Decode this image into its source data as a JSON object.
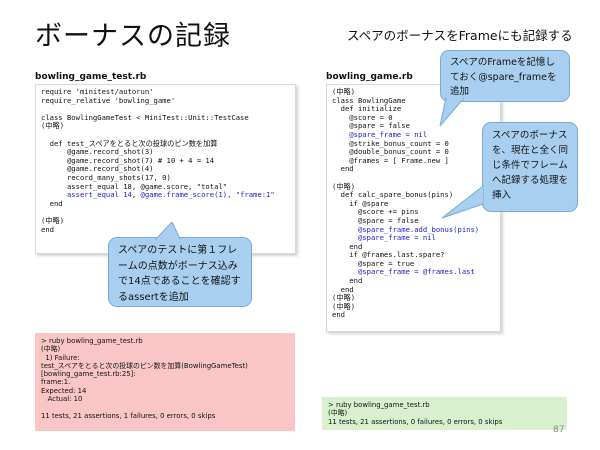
{
  "slide": {
    "title": "ボーナスの記録",
    "subtitle": "スペアのボーナスをFrameにも記録する",
    "page_number": "87"
  },
  "left": {
    "file_label": "bowling_game_test.rb",
    "code_lines": [
      {
        "text": "require 'minitest/autorun'",
        "hl": false
      },
      {
        "text": "require_relative 'bowling_game'",
        "hl": false
      },
      {
        "text": "",
        "hl": false
      },
      {
        "text": "class BowlingGameTest < MiniTest::Unit::TestCase",
        "hl": false
      },
      {
        "text": "(中略)",
        "hl": false
      },
      {
        "text": "",
        "hl": false
      },
      {
        "text": "  def test_スペアをとると次の投球のピン数を加算",
        "hl": false
      },
      {
        "text": "      @game.record_shot(3)",
        "hl": false
      },
      {
        "text": "      @game.record_shot(7) # 10 + 4 = 14",
        "hl": false
      },
      {
        "text": "      @game.record_shot(4)",
        "hl": false
      },
      {
        "text": "      record_many_shots(17, 0)",
        "hl": false
      },
      {
        "text": "      assert_equal 18, @game.score, \"total\"",
        "hl": false
      },
      {
        "text": "      assert_equal 14, @game.frame_score(1), \"frame:1\"",
        "hl": true
      },
      {
        "text": "  end",
        "hl": false
      },
      {
        "text": "",
        "hl": false
      },
      {
        "text": "(中略)",
        "hl": false
      },
      {
        "text": "end",
        "hl": false
      }
    ],
    "callout": "スペアのテストに第１フレームの点数がボーナス込みで14点であることを確認するassertを追加",
    "terminal": {
      "lines": [
        "> ruby bowling_game_test.rb",
        "(中略)",
        "  1) Failure:",
        "test_スペアをとると次の投球のピン数を加算(BowlingGameTest)",
        "[bowling_game_test.rb:25]:",
        "frame:1.",
        "Expected: 14",
        "   Actual: 10",
        "",
        "11 tests, 21 assertions, 1 failures, 0 errors, 0 skips"
      ],
      "bg": "#f9c5c5"
    }
  },
  "right": {
    "file_label": "bowling_game.rb",
    "code_lines": [
      {
        "text": "(中略)",
        "hl": false
      },
      {
        "text": "class BowlingGame",
        "hl": false
      },
      {
        "text": "  def initialize",
        "hl": false
      },
      {
        "text": "    @score = 0",
        "hl": false
      },
      {
        "text": "    @spare = false",
        "hl": false
      },
      {
        "text": "    @spare_frame = nil",
        "hl": true
      },
      {
        "text": "    @strike_bonus_count = 0",
        "hl": false
      },
      {
        "text": "    @double_bonus_count = 0",
        "hl": false
      },
      {
        "text": "    @frames = [ Frame.new ]",
        "hl": false
      },
      {
        "text": "  end",
        "hl": false
      },
      {
        "text": "",
        "hl": false
      },
      {
        "text": "(中略)",
        "hl": false
      },
      {
        "text": "  def calc_spare_bonus(pins)",
        "hl": false
      },
      {
        "text": "    if @spare",
        "hl": false
      },
      {
        "text": "      @score += pins",
        "hl": false
      },
      {
        "text": "      @spare = false",
        "hl": false
      },
      {
        "text": "      @spare_frame.add_bonus(pins)",
        "hl": true
      },
      {
        "text": "      @spare_frame = nil",
        "hl": true
      },
      {
        "text": "    end",
        "hl": false
      },
      {
        "text": "    if @frames.last.spare?",
        "hl": false
      },
      {
        "text": "      @spare = true",
        "hl": false
      },
      {
        "text": "      @spare_frame = @frames.last",
        "hl": true
      },
      {
        "text": "    end",
        "hl": false
      },
      {
        "text": "  end",
        "hl": false
      },
      {
        "text": "(中略)",
        "hl": false
      },
      {
        "text": "(中略)",
        "hl": false
      },
      {
        "text": "end",
        "hl": false
      }
    ],
    "callout_top": "スペアのFrameを記憶しておく@spare_frameを追加",
    "callout_right": "スペアのボーナスを、現在と全く同じ条件でフレームへ記録する処理を挿入",
    "terminal": {
      "lines": [
        "> ruby bowling_game_test.rb",
        "(中略)",
        "11 tests, 21 assertions, 0 failures, 0 errors, 0 skips"
      ],
      "bg": "#d9f0cf"
    }
  },
  "colors": {
    "highlight_code": "#1a1acc",
    "callout_fill": "#a9cff0",
    "callout_border": "#7aa9d4"
  }
}
